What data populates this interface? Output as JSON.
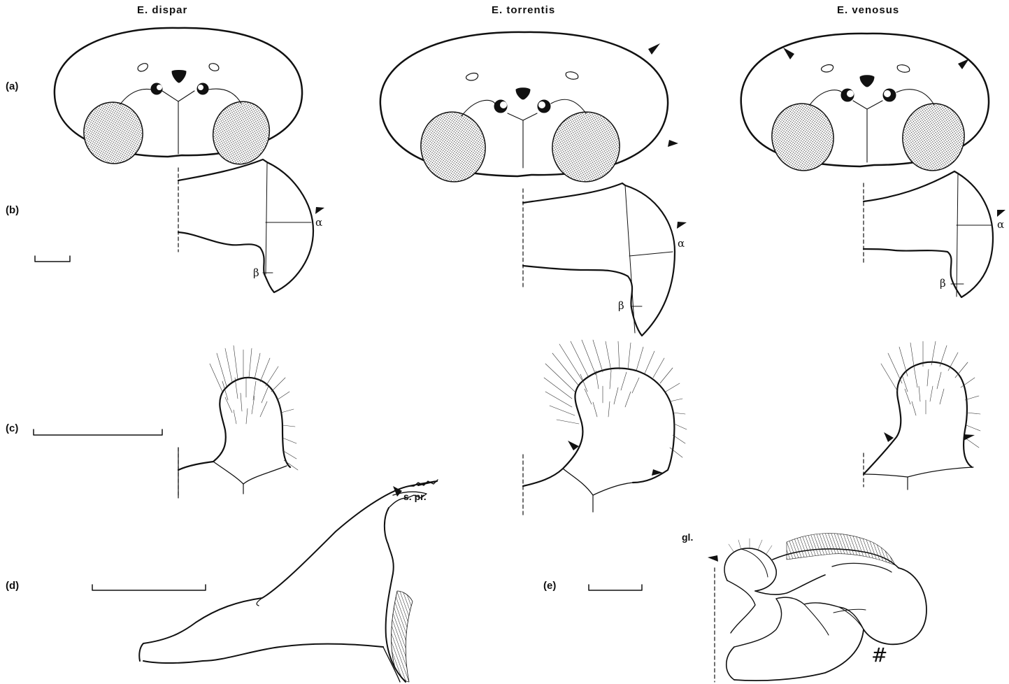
{
  "species": [
    "E. dispar",
    "E. torrentis",
    "E. venosus"
  ],
  "row_labels": [
    "(a)",
    "(b)",
    "(c)",
    "(d)",
    "(e)"
  ],
  "angles": {
    "alpha": "α",
    "beta": "β"
  },
  "abbreviations": {
    "spine_process": "s. pr.",
    "gland": "gl."
  },
  "signature": "#",
  "colors": {
    "ink": "#111111",
    "paper": "#ffffff"
  }
}
